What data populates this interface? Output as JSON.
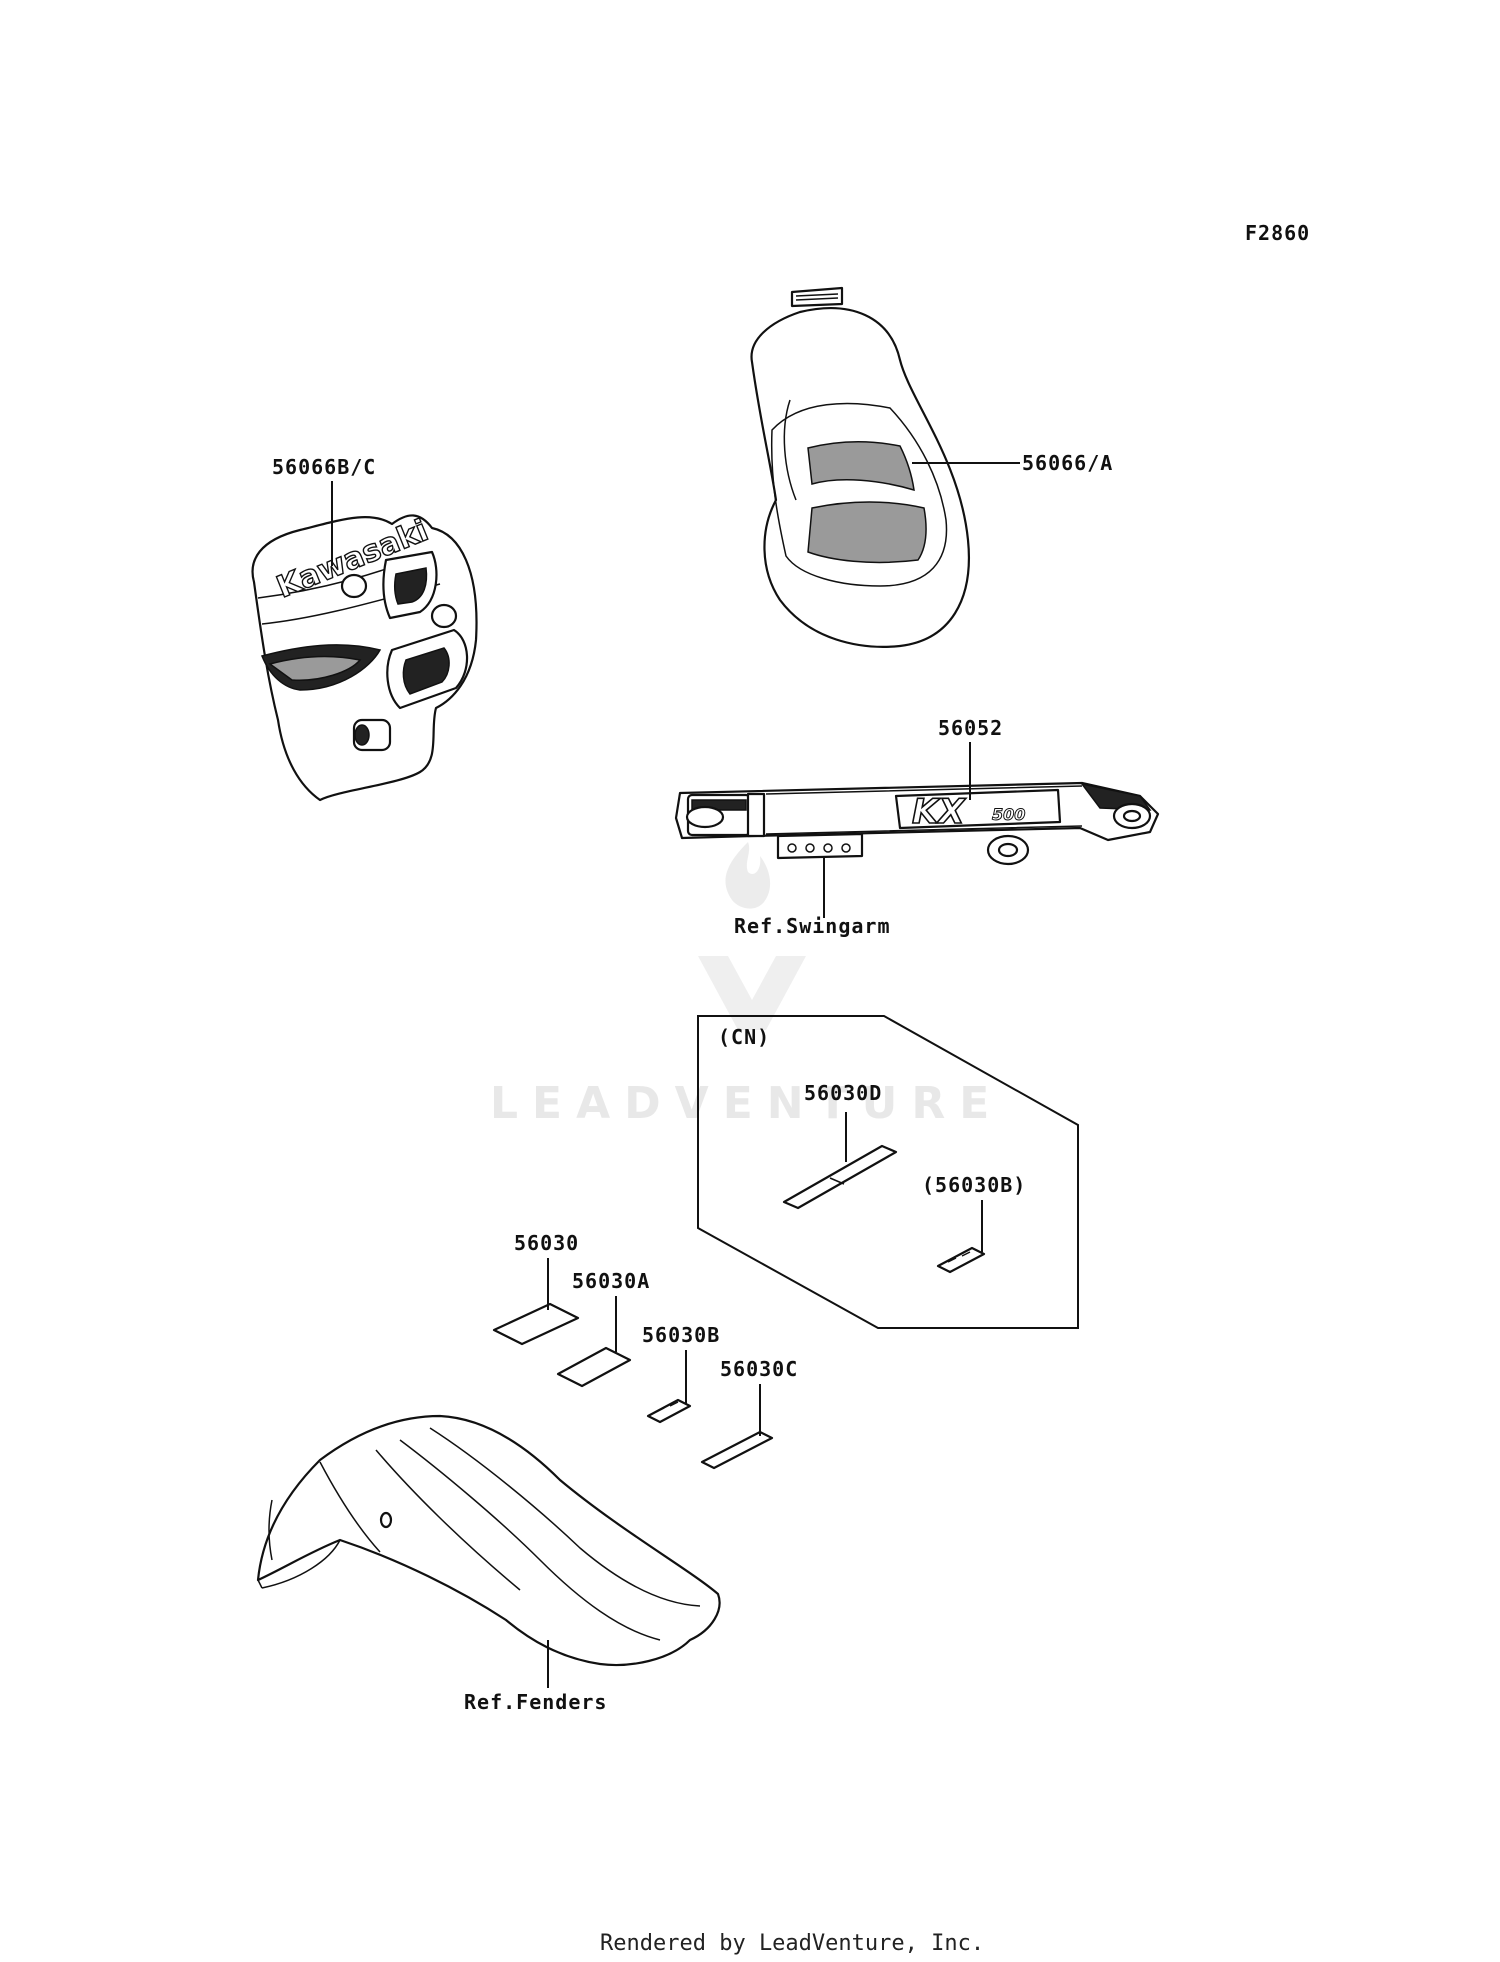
{
  "figure_code": "F2860",
  "labels": {
    "tank_shroud": "56066B/C",
    "fuel_tank": "56066/A",
    "swingarm_decal": "56052",
    "ref_swingarm": "Ref.Swingarm",
    "cn_region": "(CN)",
    "decal_56030d": "56030D",
    "decal_56030b_paren": "(56030B)",
    "decal_56030": "56030",
    "decal_56030a": "56030A",
    "decal_56030b": "56030B",
    "decal_56030c": "56030C",
    "ref_fenders": "Ref.Fenders"
  },
  "decal_text": {
    "kawasaki": "Kawasaki",
    "kx": "KX",
    "kx_model": "500"
  },
  "watermark": "LEADVENTURE",
  "footer": "Rendered by LeadVenture, Inc."
}
